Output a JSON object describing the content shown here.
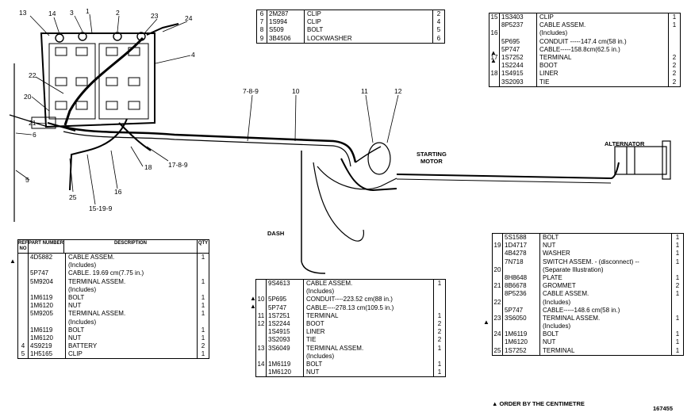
{
  "table_headers": {
    "ref": "REF NO",
    "part": "PART NUMBER",
    "desc": "DESCRIPTION",
    "qty": "QTY"
  },
  "tables": {
    "top_mid": {
      "rows": [
        {
          "ref": "6",
          "part": "2M287",
          "desc": "CLIP",
          "qty": "2"
        },
        {
          "ref": "7",
          "part": "1S994",
          "desc": "CLIP",
          "qty": "4"
        },
        {
          "ref": "8",
          "part": "S509",
          "desc": "BOLT",
          "qty": "5"
        },
        {
          "ref": "9",
          "part": "3B4506",
          "desc": "LOCKWASHER",
          "qty": "6"
        }
      ]
    },
    "top_right": {
      "rows": [
        {
          "ref": "15",
          "part": "1S3403",
          "desc": "CLIP",
          "qty": "1"
        },
        {
          "ref": "",
          "part": "8P5237",
          "desc": "CABLE ASSEM.",
          "qty": "1"
        },
        {
          "ref": "16",
          "part": "",
          "desc": "(Includes)",
          "qty": ""
        },
        {
          "ref": "",
          "part": "5P695",
          "desc": "CONDUIT -----147.4 cm(58 in.)",
          "qty": ""
        },
        {
          "ref": "",
          "part": "5P747",
          "desc": "CABLE-----158.8cm(62.5 in.)",
          "qty": ""
        },
        {
          "ref": "17",
          "part": "1S7252",
          "desc": "TERMINAL",
          "qty": "2"
        },
        {
          "ref": "",
          "part": "1S2244",
          "desc": "BOOT",
          "qty": "2"
        },
        {
          "ref": "18",
          "part": "1S4915",
          "desc": "LINER",
          "qty": "2"
        },
        {
          "ref": "",
          "part": "3S2093",
          "desc": "TIE",
          "qty": "2"
        }
      ]
    },
    "bottom_left": {
      "rows": [
        {
          "ref": "",
          "part": "4D5882",
          "desc": "CABLE ASSEM.",
          "qty": "1"
        },
        {
          "ref": "",
          "part": "",
          "desc": "(Includes)",
          "qty": ""
        },
        {
          "ref": "",
          "part": "5P747",
          "desc": "CABLE.       19.69 cm(7.75 in.)",
          "qty": ""
        },
        {
          "ref": "",
          "part": "5M9204",
          "desc": "TERMINAL ASSEM.",
          "qty": "1"
        },
        {
          "ref": "",
          "part": "",
          "desc": "(Includes)",
          "qty": ""
        },
        {
          "ref": "",
          "part": "1M6119",
          "desc": "BOLT",
          "qty": "1"
        },
        {
          "ref": "",
          "part": "1M6120",
          "desc": "NUT",
          "qty": "1"
        },
        {
          "ref": "",
          "part": "5M9205",
          "desc": "TERMINAL ASSEM.",
          "qty": "1"
        },
        {
          "ref": "",
          "part": "",
          "desc": "(Includes)",
          "qty": ""
        },
        {
          "ref": "",
          "part": "1M6119",
          "desc": "BOLT",
          "qty": "1"
        },
        {
          "ref": "",
          "part": "1M6120",
          "desc": "NUT",
          "qty": "1"
        },
        {
          "ref": "4",
          "part": "4S9219",
          "desc": "BATTERY",
          "qty": "2"
        },
        {
          "ref": "5",
          "part": "1H5165",
          "desc": "CLIP",
          "qty": "1"
        }
      ]
    },
    "bottom_mid": {
      "rows": [
        {
          "ref": "",
          "part": "9S4613",
          "desc": "CABLE ASSEM.",
          "qty": "1"
        },
        {
          "ref": "",
          "part": "",
          "desc": "(Includes)",
          "qty": ""
        },
        {
          "ref": "10",
          "part": "5P695",
          "desc": "CONDUIT----223.52 cm(88 in.)",
          "qty": ""
        },
        {
          "ref": "",
          "part": "5P747",
          "desc": "CABLE----278.13 cm(109.5 in.)",
          "qty": ""
        },
        {
          "ref": "11",
          "part": "1S7251",
          "desc": "TERMINAL",
          "qty": "1"
        },
        {
          "ref": "12",
          "part": "1S2244",
          "desc": "BOOT",
          "qty": "2"
        },
        {
          "ref": "",
          "part": "1S4915",
          "desc": "LINER",
          "qty": "2"
        },
        {
          "ref": "",
          "part": "3S2093",
          "desc": "TIE",
          "qty": "2"
        },
        {
          "ref": "13",
          "part": "3S6049",
          "desc": "TERMINAL ASSEM.",
          "qty": "1"
        },
        {
          "ref": "",
          "part": "",
          "desc": "(Includes)",
          "qty": ""
        },
        {
          "ref": "14",
          "part": "1M6119",
          "desc": "BOLT",
          "qty": "1"
        },
        {
          "ref": "",
          "part": "1M6120",
          "desc": "NUT",
          "qty": "1"
        }
      ]
    },
    "bottom_right": {
      "rows": [
        {
          "ref": "",
          "part": "5S1588",
          "desc": "BOLT",
          "qty": "1"
        },
        {
          "ref": "19",
          "part": "1D4717",
          "desc": "NUT",
          "qty": "1"
        },
        {
          "ref": "",
          "part": "4B4278",
          "desc": "WASHER",
          "qty": "1"
        },
        {
          "ref": "",
          "part": "7N718",
          "desc": "SWITCH ASSEM. - (disconnect) --",
          "qty": "1"
        },
        {
          "ref": "20",
          "part": "",
          "desc": "(Separate Illustration)",
          "qty": ""
        },
        {
          "ref": "",
          "part": "8H8648",
          "desc": "PLATE",
          "qty": "1"
        },
        {
          "ref": "21",
          "part": "8B6678",
          "desc": "GROMMET",
          "qty": "2"
        },
        {
          "ref": "",
          "part": "8P5236",
          "desc": "CABLE ASSEM.",
          "qty": "1"
        },
        {
          "ref": "22",
          "part": "",
          "desc": "(Includes)",
          "qty": ""
        },
        {
          "ref": "",
          "part": "5P747",
          "desc": "CABLE-----148.6 cm(58 in.)",
          "qty": ""
        },
        {
          "ref": "23",
          "part": "3S6050",
          "desc": "TERMINAL ASSEM.",
          "qty": "1"
        },
        {
          "ref": "",
          "part": "",
          "desc": "(Includes)",
          "qty": ""
        },
        {
          "ref": "24",
          "part": "1M6119",
          "desc": "BOLT",
          "qty": "1"
        },
        {
          "ref": "",
          "part": "1M6120",
          "desc": "NUT",
          "qty": "1"
        },
        {
          "ref": "25",
          "part": "1S7252",
          "desc": "TERMINAL",
          "qty": "1"
        }
      ]
    }
  },
  "callouts": {
    "c13": "13",
    "c14": "14",
    "c3": "3",
    "c1": "1",
    "c2": "2",
    "c23": "23",
    "c24": "24",
    "c4": "4",
    "c22": "22",
    "c20": "20",
    "c21": "21",
    "c6": "6",
    "c5": "5",
    "c25": "25",
    "c15_19_9": "15-19-9",
    "c16": "16",
    "c18": "18",
    "c17_8_9": "17-8-9",
    "c7_8_9": "7-8-9",
    "c10": "10",
    "c11": "11",
    "c12": "12"
  },
  "labels": {
    "starting_motor": "STARTING\nMOTOR",
    "alternator": "ALTERNATOR",
    "dash": "DASH"
  },
  "footer": {
    "note": "ORDER BY THE CENTIMETRE",
    "figure_number": "167455"
  }
}
